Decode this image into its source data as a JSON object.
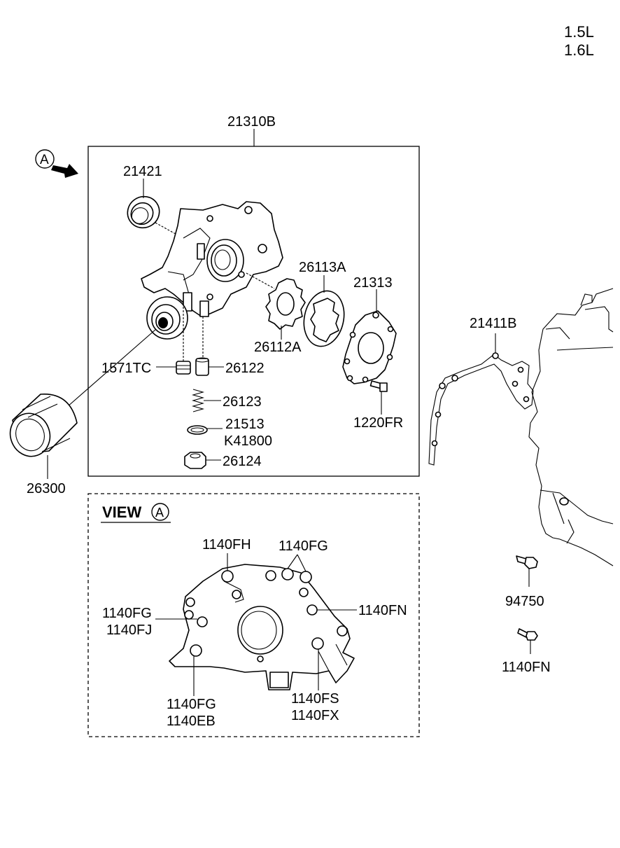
{
  "engine": {
    "line1": "1.5L",
    "line2": "1.6L"
  },
  "view_marker": "A",
  "view_title": "VIEW",
  "labels": {
    "oil_pump_assy": "21310B",
    "seal": "21421",
    "inner_rotor": "26112A",
    "outer_rotor": "26113A",
    "pump_cover": "21313",
    "relief_plunger_plug": "1571TC",
    "relief_plunger": "26122",
    "relief_spring": "26123",
    "gasket_1": "21513",
    "gasket_2": "K41800",
    "plug": "26124",
    "oil_filter": "26300",
    "cover_screw": "1220FR",
    "case_gasket": "21411B",
    "stud": "94750",
    "bolt_right": "1140FN"
  },
  "view_labels": {
    "fh": "1140FH",
    "fg_top": "1140FG",
    "fg_left": "1140FG",
    "fj": "1140FJ",
    "fn": "1140FN",
    "fg_bottom": "1140FG",
    "eb": "1140EB",
    "fs": "1140FS",
    "fx": "1140FX"
  }
}
